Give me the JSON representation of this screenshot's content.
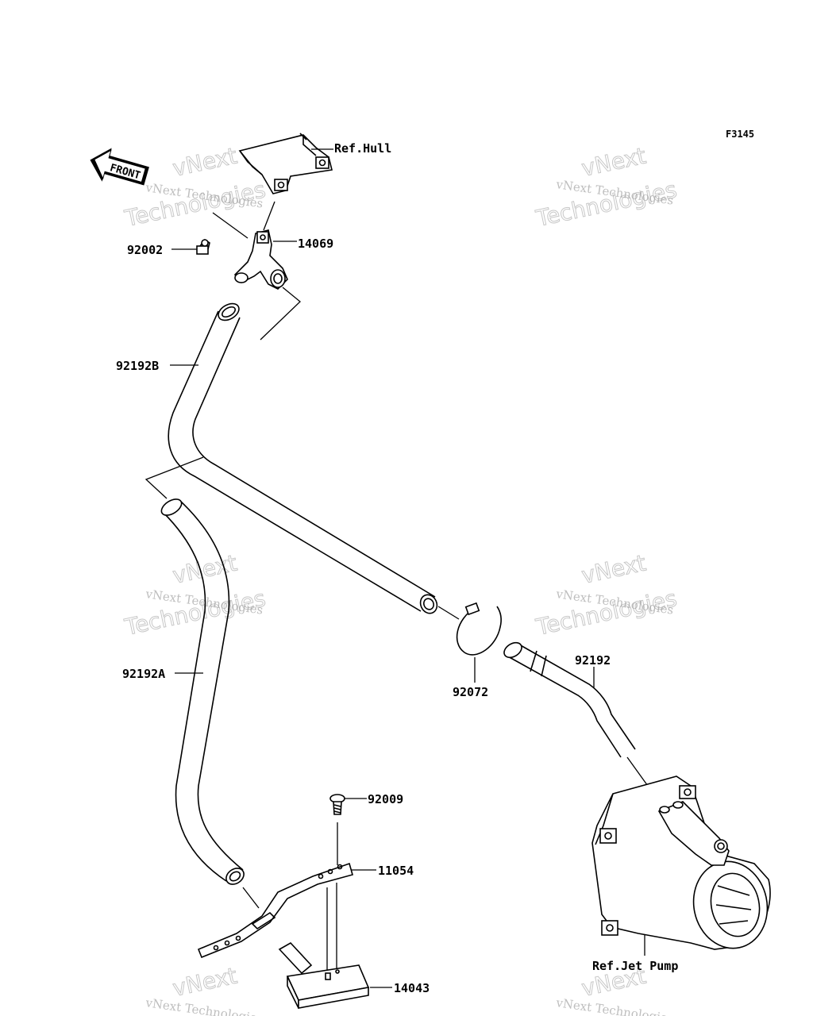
{
  "figure_id": "F3145",
  "front_badge": "FRONT",
  "labels": {
    "ref_hull": "Ref.Hull",
    "p14069": "14069",
    "p92002": "92002",
    "p92192b": "92192B",
    "p92192a": "92192A",
    "p92072": "92072",
    "p92192": "92192",
    "p92009": "92009",
    "p11054": "11054",
    "p14043": "14043",
    "ref_jet_pump": "Ref.Jet Pump"
  },
  "watermark": {
    "line1": "vNext Technologies",
    "line2a": "vNext",
    "line2b": "Technologies"
  }
}
